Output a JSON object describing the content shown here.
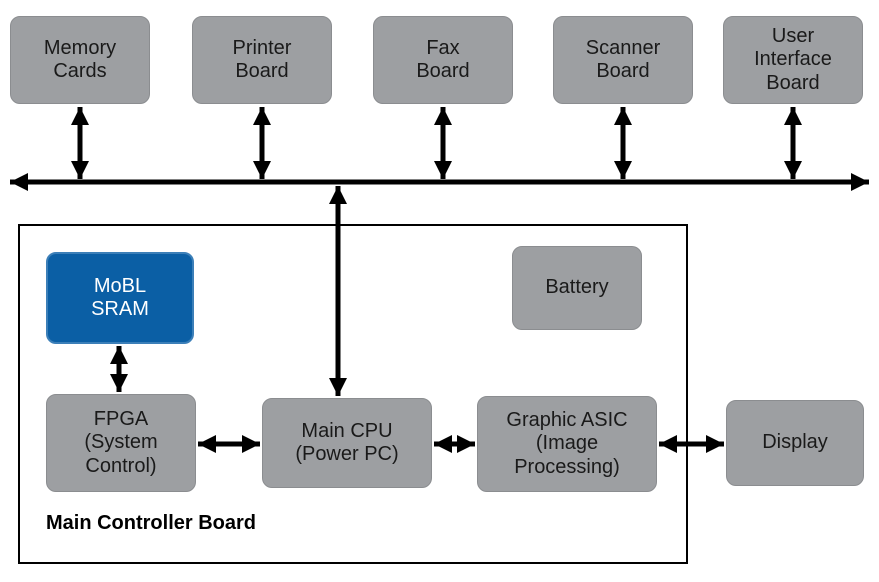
{
  "colors": {
    "background": "#ffffff",
    "box_gray": "#9d9fa2",
    "box_blue": "#0b5fa5",
    "text_dark": "#1a1a1a",
    "text_light": "#ffffff",
    "arrow": "#000000"
  },
  "bus_boxes": [
    {
      "label": "Memory\nCards"
    },
    {
      "label": "Printer\nBoard"
    },
    {
      "label": "Fax\nBoard"
    },
    {
      "label": "Scanner\nBoard"
    },
    {
      "label": "User\nInterface\nBoard"
    }
  ],
  "controller_board": {
    "label": "Main Controller Board",
    "components": {
      "mobl_sram": "MoBL\nSRAM",
      "battery": "Battery",
      "fpga": "FPGA\n(System\nControl)",
      "main_cpu": "Main CPU\n(Power PC)",
      "graphic_asic": "Graphic ASIC\n(Image\nProcessing)"
    }
  },
  "external": {
    "display": "Display"
  }
}
